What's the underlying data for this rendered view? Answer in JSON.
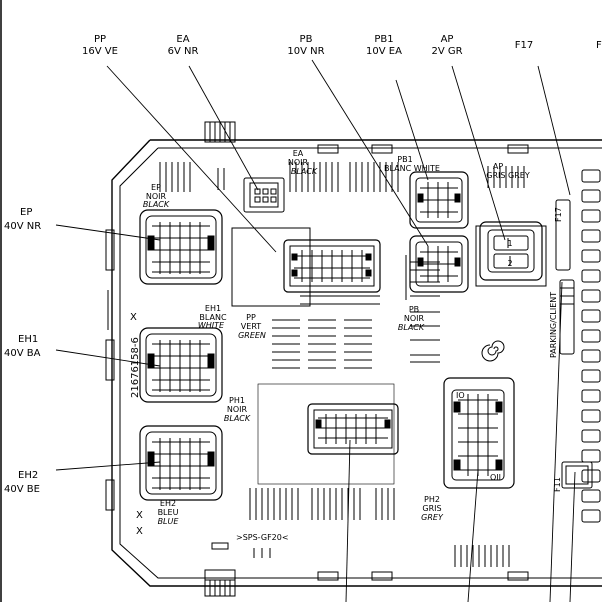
{
  "top_labels": {
    "pp": [
      "PP",
      "16V VE"
    ],
    "ea": [
      "EA",
      "6V NR"
    ],
    "pb": [
      "PB",
      "10V NR"
    ],
    "pb1": [
      "PB1",
      "10V EA"
    ],
    "ap": [
      "AP",
      "2V GR"
    ],
    "f17": "F17",
    "edge": "F"
  },
  "left_labels": {
    "ep": [
      "EP",
      "40V NR"
    ],
    "eh1": [
      "EH1",
      "40V BA"
    ],
    "eh2": [
      "EH2",
      "40V BE"
    ]
  },
  "board_labels": {
    "ea": [
      "EA",
      "NOIR",
      "BLACK"
    ],
    "ep": [
      "EP",
      "NOIR",
      "BLACK"
    ],
    "pb1": [
      "PB1",
      "BLANC WHITE"
    ],
    "ap": [
      "AP",
      "GRIS GREY"
    ],
    "pb": [
      "PB",
      "NOIR",
      "BLACK"
    ],
    "eh1": [
      "EH1",
      "BLANC",
      "WHITE"
    ],
    "pp": [
      "PP",
      "VERT",
      "GREEN"
    ],
    "ph1": [
      "PH1",
      "NOIR",
      "BLACK"
    ],
    "ph2": [
      "PH2",
      "GRIS",
      "GREY"
    ],
    "eh2": [
      "EH2",
      "BLEU",
      "BLUE"
    ]
  },
  "part_number": "21676158-6",
  "x_marks": [
    "X",
    "X",
    "X"
  ],
  "material": ">SPS-GF20<",
  "parking": "PARKING/CLIENT",
  "f17_board": "F17",
  "f11": "F11",
  "pin_labels": [
    "1",
    "2"
  ],
  "ph2_pins": [
    "IO",
    "OII"
  ],
  "icons": [
    "spiral-icon"
  ],
  "colors": {
    "line": "#000000",
    "background": "#ffffff"
  }
}
